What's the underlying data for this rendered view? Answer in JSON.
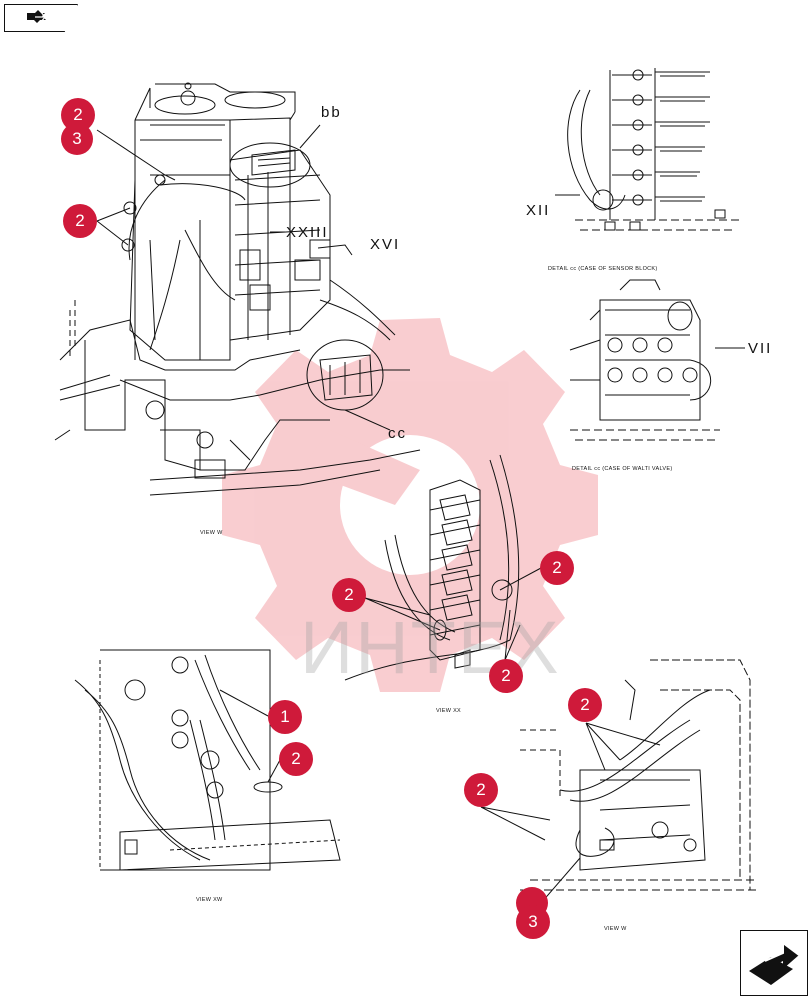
{
  "page": {
    "background": "#ffffff",
    "callout_color": "#cf1a3a",
    "watermark_color": "#e94a55"
  },
  "navigation": {
    "prev_icon": "arrow-left-icon",
    "next_icon": "arrow-right-icon"
  },
  "watermark": {
    "text": "ИНТЕХ",
    "icon": "gear-icon"
  },
  "view_labels": {
    "top_left": "VIEW W",
    "middle": "VIEW XX",
    "bottom_left": "VIEW XW",
    "bottom_right": "VIEW W"
  },
  "detail_labels": {
    "sensor_block": "DETAIL cc (CASE OF SENSOR BLOCK)",
    "walti_valve": "DETAIL cc (CASE OF WALTI VALVE)"
  },
  "refs": {
    "bb": "bb",
    "cc": "cc",
    "xxiii": "XXIII",
    "xvi": "XVI",
    "xii": "XII",
    "vii": "VII"
  },
  "callouts": [
    {
      "id": "c1",
      "text": "2"
    },
    {
      "id": "c2",
      "text": "3"
    },
    {
      "id": "c3",
      "text": "2"
    },
    {
      "id": "c4",
      "text": "2"
    },
    {
      "id": "c5",
      "text": "2"
    },
    {
      "id": "c6",
      "text": "2"
    },
    {
      "id": "c7",
      "text": "1"
    },
    {
      "id": "c8",
      "text": "2"
    },
    {
      "id": "c9",
      "text": "2"
    },
    {
      "id": "c10",
      "text": "2"
    },
    {
      "id": "c11",
      "text": "3"
    }
  ]
}
